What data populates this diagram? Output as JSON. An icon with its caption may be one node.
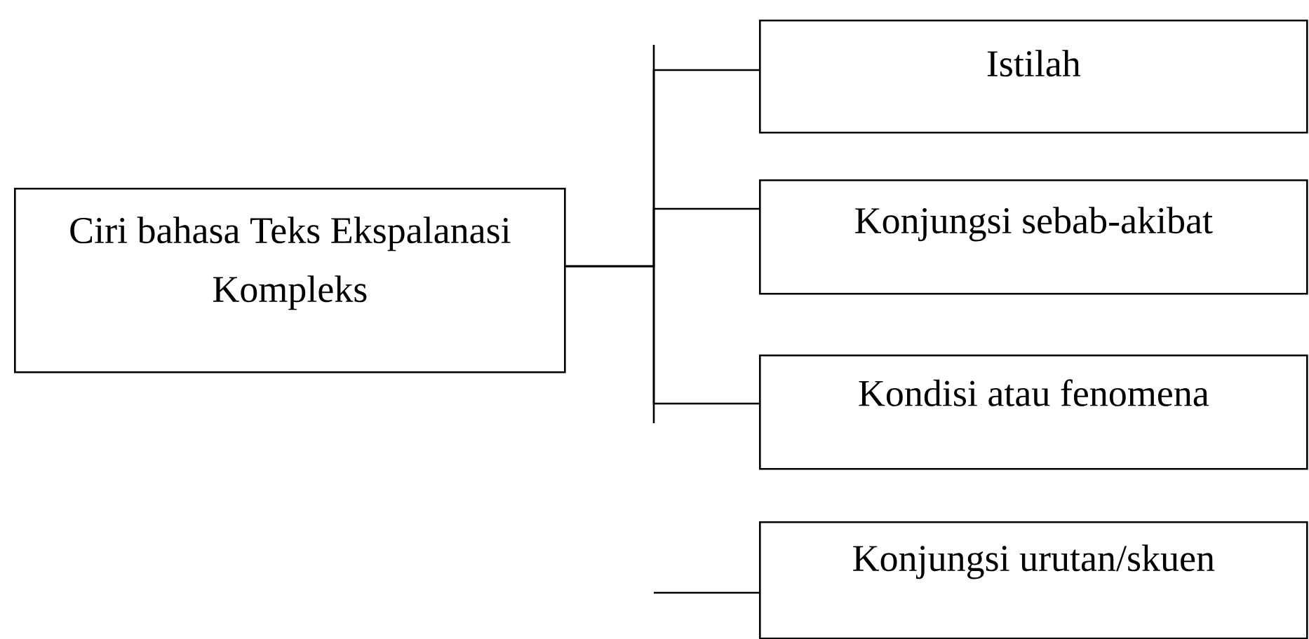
{
  "diagram": {
    "nodes": [
      {
        "text": [
          "Ciri bahasa Teks Ekspalanasi Kompleks"
        ]
      },
      {
        "text": [
          "Istilah"
        ]
      },
      {
        "text": [
          "Konjungsi sebab-akibat"
        ]
      },
      {
        "text": [
          "Kondisi atau fenomena"
        ]
      },
      {
        "text": [
          "Konjungsi urutan/skuen"
        ]
      }
    ],
    "edges": [
      {
        "from": 0,
        "to": 1,
        "arrow": "none"
      },
      {
        "from": 0,
        "to": 2,
        "arrow": "none"
      },
      {
        "from": 0,
        "to": 3,
        "arrow": "none"
      },
      {
        "from": null,
        "to": 4,
        "arrow": "none"
      }
    ]
  }
}
